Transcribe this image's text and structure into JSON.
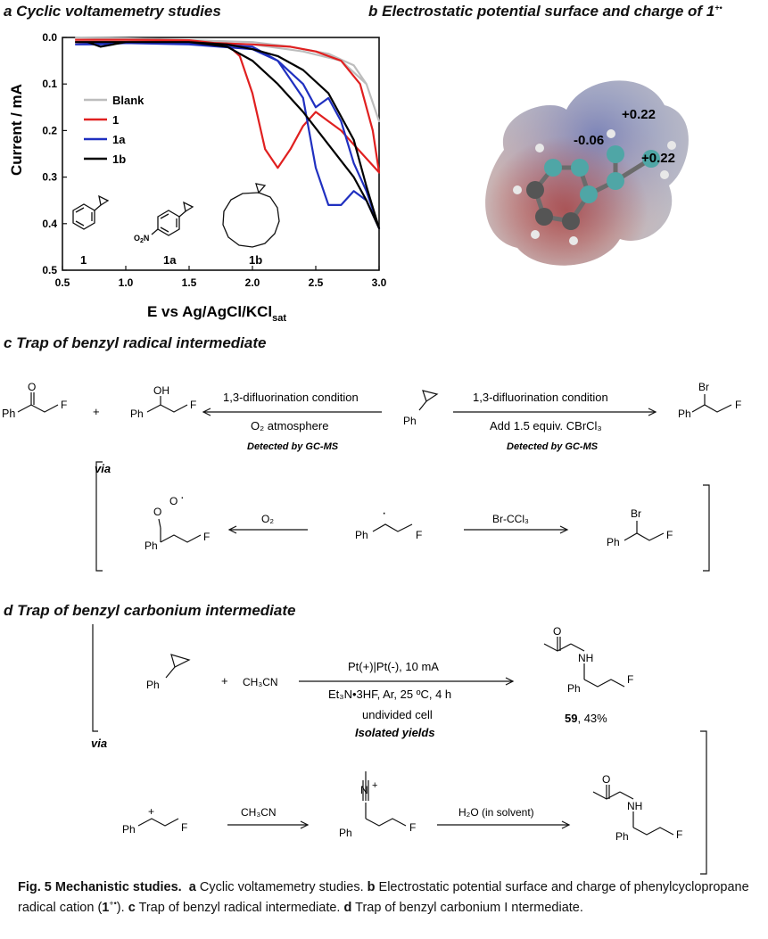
{
  "panel_a": {
    "title": "a Cyclic voltamemetry studies",
    "chart_data": {
      "type": "line",
      "xlabel": "E vs Ag/AgCl/KCl",
      "xlabel_sub": "sat",
      "ylabel": "Current / mA",
      "xlim": [
        0.5,
        3.0
      ],
      "ylim": [
        0.0,
        0.5
      ],
      "y_inverted": true,
      "x_ticks": [
        "0.5",
        "1.0",
        "1.5",
        "2.0",
        "2.5",
        "3.0"
      ],
      "y_ticks": [
        "0.0",
        "0.1",
        "0.2",
        "0.3",
        "0.4",
        "0.5"
      ],
      "legend_position": "top-left",
      "series": [
        {
          "name": "Blank",
          "color": "#bdbdbd",
          "x": [
            0.6,
            1.0,
            1.5,
            2.0,
            2.3,
            2.6,
            2.8,
            2.9,
            2.95,
            3.0,
            2.9,
            2.7,
            2.4,
            2.0,
            1.5,
            1.0,
            0.6
          ],
          "y": [
            0.0,
            0.002,
            0.006,
            0.01,
            0.02,
            0.035,
            0.06,
            0.1,
            0.14,
            0.18,
            0.1,
            0.05,
            0.03,
            0.015,
            0.01,
            0.005,
            0.005
          ]
        },
        {
          "name": "1",
          "color": "#e02020",
          "x": [
            0.6,
            1.0,
            1.5,
            1.8,
            1.9,
            2.0,
            2.1,
            2.2,
            2.3,
            2.4,
            2.5,
            2.6,
            2.7,
            2.8,
            2.9,
            3.0,
            2.95,
            2.85,
            2.7,
            2.5,
            2.3,
            2.0,
            1.5,
            1.0,
            0.6
          ],
          "y": [
            0.005,
            0.005,
            0.006,
            0.015,
            0.04,
            0.12,
            0.24,
            0.28,
            0.24,
            0.19,
            0.16,
            0.18,
            0.2,
            0.23,
            0.26,
            0.29,
            0.2,
            0.1,
            0.05,
            0.03,
            0.02,
            0.015,
            0.01,
            0.01,
            0.01
          ]
        },
        {
          "name": "1a",
          "color": "#2030c0",
          "x": [
            0.6,
            0.8,
            1.0,
            1.5,
            2.0,
            2.2,
            2.4,
            2.5,
            2.6,
            2.7,
            2.8,
            2.9,
            3.0,
            2.9,
            2.8,
            2.7,
            2.6,
            2.5,
            2.4,
            2.2,
            2.0,
            1.5,
            1.0,
            0.8,
            0.6
          ],
          "y": [
            0.015,
            0.015,
            0.012,
            0.012,
            0.02,
            0.05,
            0.13,
            0.28,
            0.36,
            0.36,
            0.33,
            0.35,
            0.41,
            0.33,
            0.27,
            0.18,
            0.13,
            0.15,
            0.1,
            0.05,
            0.025,
            0.015,
            0.012,
            0.012,
            0.015
          ]
        },
        {
          "name": "1b",
          "color": "#000000",
          "x": [
            0.6,
            0.7,
            0.8,
            1.0,
            1.5,
            1.8,
            2.0,
            2.2,
            2.4,
            2.6,
            2.8,
            2.9,
            3.0,
            2.9,
            2.8,
            2.6,
            2.4,
            2.2,
            2.0,
            1.8,
            1.5,
            1.0,
            0.8,
            0.6
          ],
          "y": [
            0.01,
            0.01,
            0.02,
            0.01,
            0.01,
            0.02,
            0.05,
            0.1,
            0.16,
            0.23,
            0.3,
            0.35,
            0.41,
            0.32,
            0.22,
            0.12,
            0.07,
            0.04,
            0.025,
            0.015,
            0.01,
            0.01,
            0.01,
            0.01
          ]
        }
      ],
      "structure_labels": [
        "1",
        "1a",
        "1b"
      ]
    },
    "legend": [
      "Blank",
      "1",
      "1a",
      "1b"
    ]
  },
  "panel_b": {
    "title": "b Electrostatic potential surface and charge of 1",
    "title_sup": "+•",
    "charges": {
      "left": "-0.06",
      "top": "+0.22",
      "right": "+0.22"
    }
  },
  "panel_c": {
    "title": "c Trap of benzyl radical intermediate",
    "left_top": "1,3-difluorination condition",
    "left_bottom": "O₂ atmosphere",
    "left_detect": "Detected by GC-MS",
    "right_top": "1,3-difluorination condition",
    "right_bottom": "Add 1.5 equiv. CBrCl₃",
    "right_detect": "Detected by GC-MS",
    "via": "via",
    "via_left_reagent": "O₂",
    "via_right_reagent": "Br-CCl₃",
    "plus": "+",
    "ph": "Ph",
    "f": "F",
    "oh": "OH",
    "o": "O",
    "br": "Br"
  },
  "panel_d": {
    "title": "d Trap of benzyl carbonium intermediate",
    "reagent": "CH₃CN",
    "cond1": "Pt(+)|Pt(-), 10 mA",
    "cond2": "Et₃N•3HF, Ar, 25 ºC, 4 h",
    "cond3": "undivided cell",
    "cond4": "Isolated yields",
    "product_num": "59",
    "product_yield": ", 43%",
    "via": "via",
    "via_reagent1": "CH₃CN",
    "via_reagent2": "H₂O (in solvent)",
    "plus": "+",
    "ph": "Ph",
    "f": "F",
    "nh": "NH",
    "n": "N",
    "o": "O"
  },
  "caption": {
    "fig": "Fig. 5 Mechanistic studies.",
    "a": "a",
    "a_text": " Cyclic voltamemetry studies. ",
    "b": "b",
    "b_text": " Electrostatic potential surface and charge of phenylcyclopropane radical cation (",
    "b_cpd": "1",
    "b_sup": "+•",
    "b_end": "). ",
    "c": "c",
    "c_text": " Trap of benzyl radical intermediate. ",
    "d": "d",
    "d_text": " Trap of benzyl carbonium I ntermediate."
  }
}
